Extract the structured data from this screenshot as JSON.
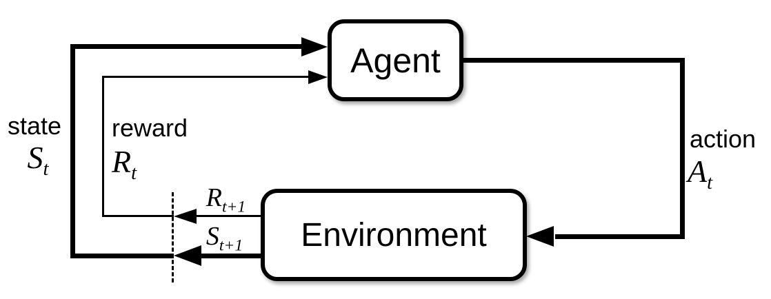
{
  "boxes": {
    "agent": {
      "label": "Agent"
    },
    "environment": {
      "label": "Environment"
    }
  },
  "labels": {
    "state": {
      "word": "state",
      "symbol_base": "S",
      "symbol_sub": "t"
    },
    "reward": {
      "word": "reward",
      "symbol_base": "R",
      "symbol_sub": "t"
    },
    "action": {
      "word": "action",
      "symbol_base": "A",
      "symbol_sub": "t"
    },
    "next_reward": {
      "symbol_base": "R",
      "symbol_sub": "t+1"
    },
    "next_state": {
      "symbol_base": "S",
      "symbol_sub": "t+1"
    }
  },
  "colors": {
    "line": "#000000",
    "background": "#ffffff",
    "box_fill": "#ffffff",
    "text": "#000000"
  }
}
